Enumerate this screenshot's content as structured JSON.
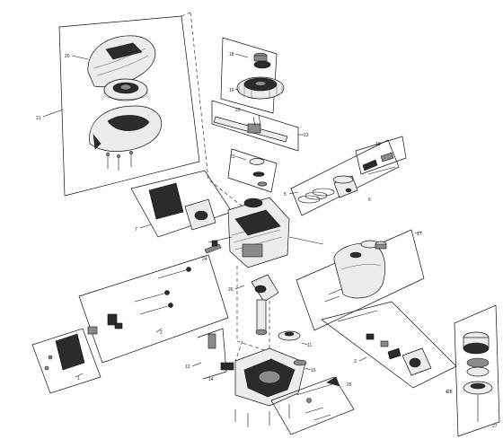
{
  "callouts": {
    "c1": "1",
    "c2": "2",
    "c3": "3",
    "c4": "4",
    "c5": "5",
    "c6": "6",
    "c7": "7",
    "c9": "9",
    "c10": "10",
    "c11": "11",
    "c12": "12",
    "c13": "13",
    "c14": "14",
    "c15": "15",
    "c17": "17",
    "c18": "18",
    "c19": "19",
    "c20": "20",
    "c21": "21",
    "c22": "22",
    "c23": "23",
    "c24": "24",
    "c25": "25",
    "c26": "26",
    "c27": "27",
    "c28": "28"
  }
}
